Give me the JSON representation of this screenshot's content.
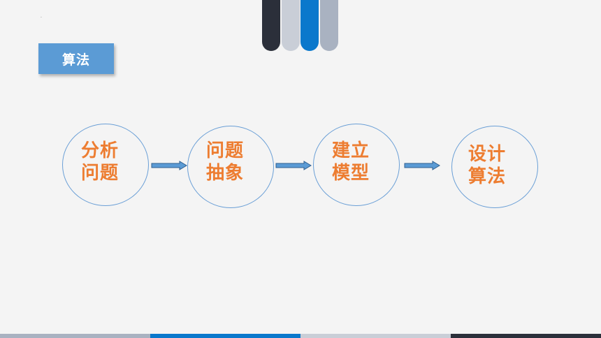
{
  "slide": {
    "marker": "·",
    "section_label": "算法",
    "steps": [
      {
        "line1": "分析",
        "line2": "问题"
      },
      {
        "line1": "问题",
        "line2": "抽象"
      },
      {
        "line1": "建立",
        "line2": "模型"
      },
      {
        "line1": "设计",
        "line2": "算法"
      }
    ]
  },
  "colors": {
    "accent_orange": "#ed7d31",
    "label_blue": "#5b9bd5",
    "circle_outline": "#6a9fd6",
    "deco_dark": "#2b2f3a",
    "deco_light": "#c9ced7",
    "deco_blue": "#0a78cc",
    "deco_gray": "#a9b2c1",
    "background": "#f4f4f4"
  }
}
